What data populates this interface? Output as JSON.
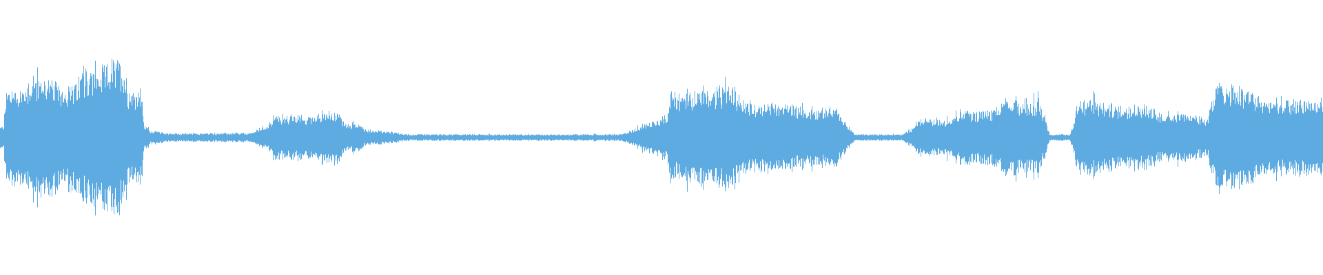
{
  "waveform": {
    "color": "#5eabe1",
    "background": "#ffffff",
    "segments": [
      {
        "start": 0.0,
        "end": 0.003,
        "amp": 0.1
      },
      {
        "start": 0.003,
        "end": 0.02,
        "amp": 0.45
      },
      {
        "start": 0.02,
        "end": 0.04,
        "amp": 0.55
      },
      {
        "start": 0.04,
        "end": 0.06,
        "amp": 0.48
      },
      {
        "start": 0.06,
        "end": 0.08,
        "amp": 0.62
      },
      {
        "start": 0.08,
        "end": 0.095,
        "amp": 0.7
      },
      {
        "start": 0.095,
        "end": 0.108,
        "amp": 0.45
      },
      {
        "start": 0.108,
        "end": 0.113,
        "amp": 0.1
      },
      {
        "start": 0.113,
        "end": 0.202,
        "amp": 0.04
      },
      {
        "start": 0.202,
        "end": 0.24,
        "amp": 0.2
      },
      {
        "start": 0.24,
        "end": 0.258,
        "amp": 0.24
      },
      {
        "start": 0.258,
        "end": 0.275,
        "amp": 0.13
      },
      {
        "start": 0.275,
        "end": 0.504,
        "amp": 0.03
      },
      {
        "start": 0.504,
        "end": 0.52,
        "amp": 0.4
      },
      {
        "start": 0.52,
        "end": 0.56,
        "amp": 0.45
      },
      {
        "start": 0.56,
        "end": 0.6,
        "amp": 0.32
      },
      {
        "start": 0.6,
        "end": 0.638,
        "amp": 0.27
      },
      {
        "start": 0.638,
        "end": 0.69,
        "amp": 0.03
      },
      {
        "start": 0.69,
        "end": 0.72,
        "amp": 0.17
      },
      {
        "start": 0.72,
        "end": 0.755,
        "amp": 0.25
      },
      {
        "start": 0.755,
        "end": 0.79,
        "amp": 0.34
      },
      {
        "start": 0.79,
        "end": 0.812,
        "amp": 0.03
      },
      {
        "start": 0.812,
        "end": 0.83,
        "amp": 0.35
      },
      {
        "start": 0.83,
        "end": 0.87,
        "amp": 0.3
      },
      {
        "start": 0.87,
        "end": 0.9,
        "amp": 0.23
      },
      {
        "start": 0.9,
        "end": 0.915,
        "amp": 0.18
      },
      {
        "start": 0.915,
        "end": 0.945,
        "amp": 0.48
      },
      {
        "start": 0.945,
        "end": 1.0,
        "amp": 0.35
      }
    ]
  }
}
